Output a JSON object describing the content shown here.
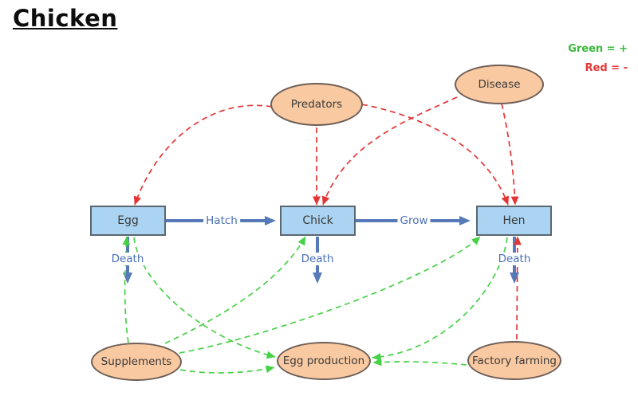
{
  "title": "Chicken",
  "legend": {
    "green_label": "Green = +",
    "red_label": "Red = -"
  },
  "nodes": {
    "egg": {
      "label": "Egg",
      "type": "box"
    },
    "chick": {
      "label": "Chick",
      "type": "box"
    },
    "hen": {
      "label": "Hen",
      "type": "box"
    },
    "predators": {
      "label": "Predators",
      "type": "ellipse"
    },
    "disease": {
      "label": "Disease",
      "type": "ellipse"
    },
    "supplements": {
      "label": "Supplements",
      "type": "ellipse"
    },
    "egg_production": {
      "label": "Egg production",
      "type": "ellipse"
    },
    "factory_farming": {
      "label": "Factory farming",
      "type": "ellipse"
    }
  },
  "edge_labels": {
    "hatch": "Hatch",
    "grow": "Grow",
    "death": "Death"
  },
  "edges": {
    "blue_flow": [
      {
        "from": "Egg",
        "to": "Chick",
        "label": "Hatch"
      },
      {
        "from": "Chick",
        "to": "Hen",
        "label": "Grow"
      },
      {
        "from": "Egg",
        "to": "Death",
        "label": "Death"
      },
      {
        "from": "Chick",
        "to": "Death",
        "label": "Death"
      },
      {
        "from": "Hen",
        "to": "Death",
        "label": "Death"
      }
    ],
    "red_negative": [
      {
        "from": "Predators",
        "to": "Egg"
      },
      {
        "from": "Predators",
        "to": "Chick"
      },
      {
        "from": "Predators",
        "to": "Hen"
      },
      {
        "from": "Disease",
        "to": "Chick"
      },
      {
        "from": "Disease",
        "to": "Hen"
      },
      {
        "from": "Factory farming",
        "to": "Hen"
      }
    ],
    "green_positive": [
      {
        "from": "Supplements",
        "to": "Egg"
      },
      {
        "from": "Supplements",
        "to": "Chick"
      },
      {
        "from": "Supplements",
        "to": "Hen"
      },
      {
        "from": "Supplements",
        "to": "Egg production"
      },
      {
        "from": "Egg",
        "to": "Egg production"
      },
      {
        "from": "Hen",
        "to": "Egg production"
      },
      {
        "from": "Factory farming",
        "to": "Egg production"
      }
    ]
  },
  "colors": {
    "positive_green": "#47d147",
    "negative_red": "#e43535",
    "flow_blue": "#567ab8",
    "label_blue": "#4a70b8",
    "box_fill": "#aad4f2",
    "box_border": "#5b6770",
    "ellipse_fill": "#f9c9a1",
    "ellipse_border": "#6e5f57",
    "background": "#ffffff"
  }
}
